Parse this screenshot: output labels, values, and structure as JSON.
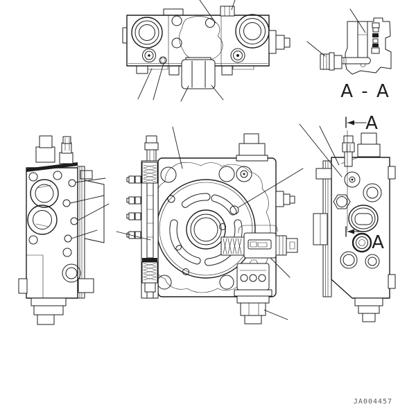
{
  "colors": {
    "bg": "#ffffff",
    "line": "#1d1d1d",
    "muted": "#5a5a5a"
  },
  "labels": {
    "section_view_title": "A - A",
    "section_marker_top": "A",
    "section_marker_middle": "A"
  },
  "drawing_number": "JA004457"
}
